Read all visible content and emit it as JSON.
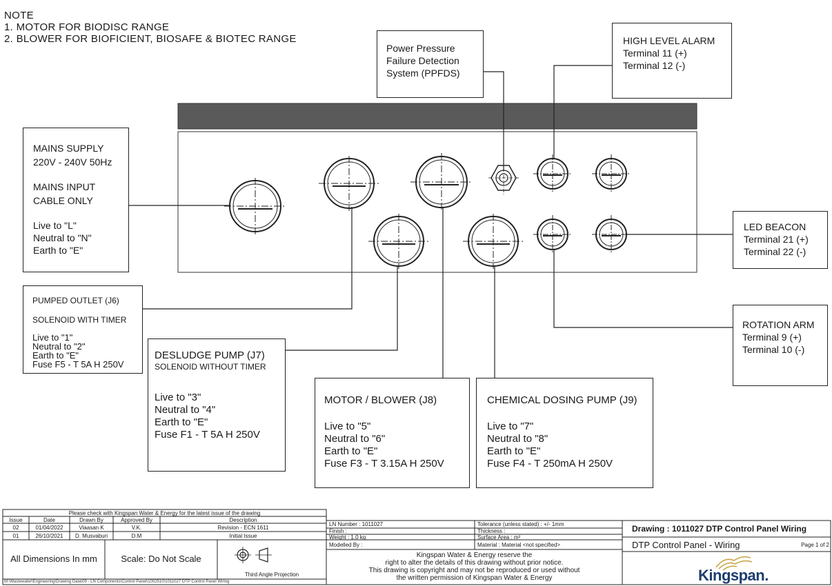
{
  "notes": {
    "title": "NOTE",
    "items": [
      "1.   MOTOR FOR BIODISC RANGE",
      "2.   BLOWER FOR BIOFICIENT, BIOSAFE & BIOTEC RANGE"
    ]
  },
  "callouts": {
    "ppfds": {
      "lines": [
        "Power Pressure",
        "Failure Detection",
        "System (PPFDS)"
      ]
    },
    "high_level_alarm": {
      "lines": [
        "HIGH LEVEL ALARM",
        "Terminal 11 (+)",
        "Terminal 12 (-)"
      ]
    },
    "mains": {
      "lines": [
        "MAINS SUPPLY",
        "220V - 240V 50Hz",
        "MAINS INPUT",
        "CABLE ONLY",
        "Live to \"L\"",
        "Neutral to \"N\"",
        "Earth to \"E\""
      ]
    },
    "led_beacon": {
      "lines": [
        "LED BEACON",
        "Terminal 21 (+)",
        "Terminal 22 (-)"
      ]
    },
    "pumped_outlet": {
      "lines": [
        "PUMPED OUTLET (J6)",
        "SOLENOID WITH TIMER",
        "Live to \"1\"",
        "Neutral to \"2\"",
        "Earth to \"E\"",
        "Fuse F5 - T 5A H 250V"
      ]
    },
    "rotation_arm": {
      "lines": [
        "ROTATION ARM",
        "Terminal 9 (+)",
        "Terminal 10 (-)"
      ]
    },
    "desludge": {
      "lines": [
        "DESLUDGE PUMP (J7)",
        "SOLENOID WITHOUT TIMER",
        "Live to \"3\"",
        "Neutral to \"4\"",
        "Earth to \"E\"",
        "Fuse F1 - T 5A H 250V"
      ]
    },
    "motor_blower": {
      "lines": [
        "MOTOR / BLOWER (J8)",
        "Live to \"5\"",
        "Neutral to \"6\"",
        "Earth to \"E\"",
        "Fuse F3 - T 3.15A H 250V"
      ]
    },
    "chemical": {
      "lines": [
        "CHEMICAL DOSING PUMP (J9)",
        "Live to \"7\"",
        "Neutral to \"8\"",
        "Earth to \"E\"",
        "Fuse F4 - T 250mA H 250V"
      ]
    }
  },
  "title_block": {
    "check_notice": "Please check with Kingspan Water & Energy for the latest issue of the drawing",
    "rev_headers": [
      "Issue",
      "Date",
      "Drawn By",
      "Approved By",
      "Description"
    ],
    "revisions": [
      [
        "02",
        "01/04/2022",
        "Viaasan K",
        "V.K.",
        "Revision - ECN 1611"
      ],
      [
        "01",
        "26/10/2021",
        "D. Musvaburi",
        "D.M",
        "Initial Issue"
      ]
    ],
    "dimensions_note": "All Dimensions In mm",
    "scale_note": "Scale: Do Not Scale",
    "projection_note": "Third Angle Projection",
    "file_path": "M:\\Wastewater\\Engineering\\Drawing Data\\09 - LN Components\\Control Panel\\1002510\\1011027 DTP Control Panel Wiring",
    "ln_number": "LN Number : 1011027",
    "finish": "Finish :",
    "weight": "Weight : 1.0 kg",
    "modelled_by": "Modelled By :",
    "tolerance": "Tolerance (unless stated) : +/- 1mm",
    "thickness": "Thickness :",
    "surface_area": "Surface Area : m²",
    "material": "Material : Material <not specified>",
    "disclaimer": [
      "Kingspan Water & Energy reserve the",
      "right to alter the details of this drawing without prior notice.",
      "This drawing is copyright and may not be reproduced or used without",
      "the written permission of Kingspan Water & Energy"
    ],
    "drawing_title": "Drawing : 1011027 DTP Control Panel Wiring",
    "drawing_subtitle": "DTP Control Panel - Wiring",
    "page": "Page 1 of 2",
    "brand": "Kingspan."
  },
  "colors": {
    "ink": "#222222",
    "lid": "#5a5a5a",
    "brand": "#1d3d6e",
    "brand_logo": "#c9a74a"
  }
}
